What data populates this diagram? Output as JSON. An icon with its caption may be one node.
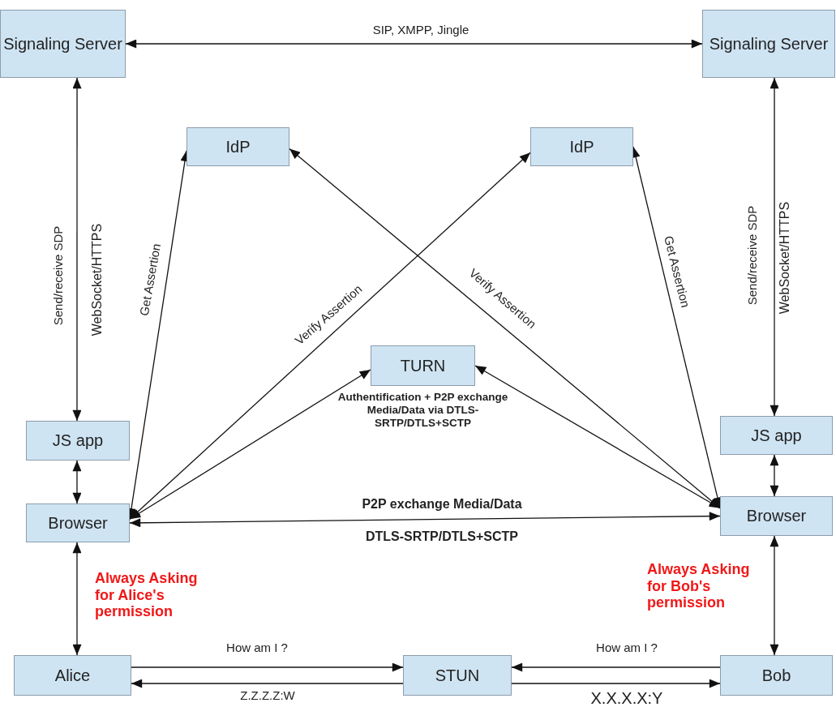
{
  "diagram": {
    "nodes": [
      {
        "text": [
          "Signaling Server"
        ]
      },
      {
        "text": [
          "Signaling Server"
        ]
      },
      {
        "text": [
          "IdP"
        ]
      },
      {
        "text": [
          "IdP"
        ]
      },
      {
        "text": [
          "TURN"
        ],
        "beside": [
          "Authentification + P2P exchange Media/Data via DTLS-SRTP/DTLS+SCTP"
        ]
      },
      {
        "text": [
          "JS app"
        ]
      },
      {
        "text": [
          "Browser"
        ]
      },
      {
        "text": [
          "JS app"
        ]
      },
      {
        "text": [
          "Browser"
        ]
      },
      {
        "text": [
          "Alice"
        ]
      },
      {
        "text": [
          "STUN"
        ]
      },
      {
        "text": [
          "Bob"
        ]
      }
    ],
    "edges": [
      {
        "from": 0,
        "to": 1,
        "arrow": "both",
        "label": "SIP, XMPP, Jingle"
      },
      {
        "from": 0,
        "to": 5,
        "arrow": "both",
        "label": "Send/receive SDP"
      },
      {
        "from": 5,
        "to": 6,
        "arrow": "both"
      },
      {
        "from": 6,
        "to": 9,
        "arrow": "both"
      },
      {
        "from": 6,
        "to": 2,
        "arrow": "both",
        "label": "Get Assertion"
      },
      {
        "from": 6,
        "to": 3,
        "arrow": "both",
        "label": "Verify Assertion"
      },
      {
        "from": 8,
        "to": 2,
        "arrow": "both",
        "label": "Verify Assertion"
      },
      {
        "from": 8,
        "to": 3,
        "arrow": "both",
        "label": "Get Assertion"
      },
      {
        "from": 6,
        "to": 4,
        "arrow": "both"
      },
      {
        "from": 8,
        "to": 4,
        "arrow": "both"
      },
      {
        "from": 6,
        "to": 8,
        "arrow": "both",
        "label": "P2P exchange Media/Data"
      },
      {
        "from": 1,
        "to": 7,
        "arrow": "both",
        "label": "Send/receive SDP"
      },
      {
        "from": 7,
        "to": 8,
        "arrow": "both"
      },
      {
        "from": 8,
        "to": 11,
        "arrow": "both"
      },
      {
        "from": 9,
        "to": 10,
        "arrow": "to",
        "label": "How am I ?"
      },
      {
        "from": 10,
        "to": 9,
        "arrow": "to",
        "label": "Z.Z.Z.Z:W"
      },
      {
        "from": 11,
        "to": 10,
        "arrow": "to",
        "label": "How am I ?"
      },
      {
        "from": 10,
        "to": 11,
        "arrow": "to",
        "label": "X.X.X.X:Y"
      }
    ],
    "labels": [
      "WebSocket/HTTPS",
      "WebSocket/HTTPS",
      "DTLS-SRTP/DTLS+SCTP",
      "Always Asking for Alice's permission",
      "Always Asking for Bob's permission"
    ]
  }
}
